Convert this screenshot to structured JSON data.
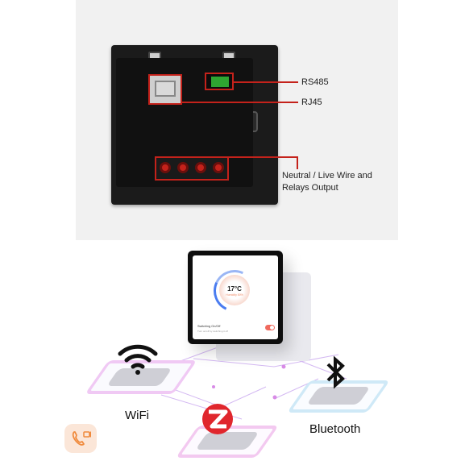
{
  "product_photo": {
    "callouts": [
      {
        "label": "RS485"
      },
      {
        "label": "RJ45"
      },
      {
        "label": "Neutral / Live Wire and"
      },
      {
        "label": "Relays Output"
      }
    ],
    "highlight_color": "#c4221b"
  },
  "connectivity": {
    "items": [
      {
        "label": "WiFi",
        "icon": "wifi-icon"
      },
      {
        "label": "Bluetooth",
        "icon": "bluetooth-icon"
      },
      {
        "label": "",
        "icon": "zigbee-icon"
      }
    ],
    "device_screen": {
      "temperature": "17°C",
      "humidity": "Humidity 80%",
      "switch_label": "Switching On/Off",
      "switch_sub": "Turn on/off by switching it off"
    },
    "accent_colors": {
      "zigbee": "#e0262d",
      "glow": "#c9a7ef"
    }
  },
  "floating_button": {
    "icon": "phone-call-icon"
  }
}
